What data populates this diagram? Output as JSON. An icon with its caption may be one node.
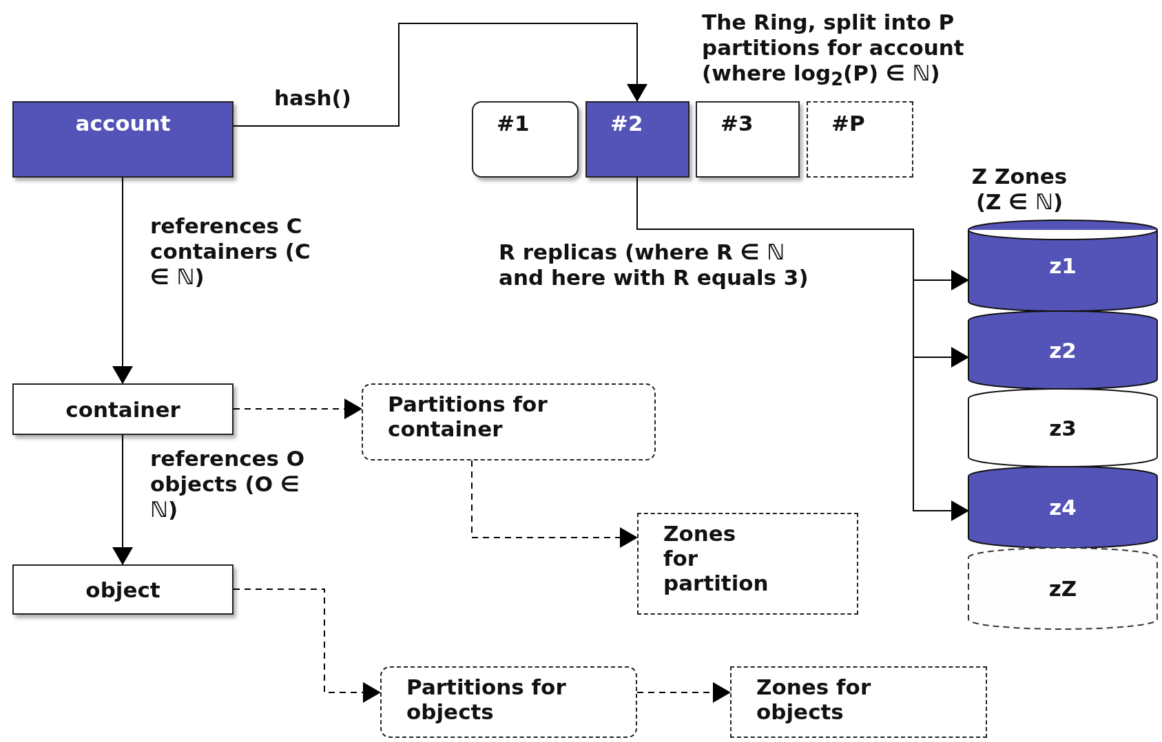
{
  "diagram": {
    "nodes": [
      {
        "text": [
          "account"
        ]
      },
      {
        "text": [
          "#1"
        ]
      },
      {
        "text": [
          "#2"
        ]
      },
      {
        "text": [
          "#3"
        ]
      },
      {
        "text": [
          "#P"
        ]
      },
      {
        "text": [
          "z1"
        ]
      },
      {
        "text": [
          "z2"
        ]
      },
      {
        "text": [
          "z3"
        ]
      },
      {
        "text": [
          "z4"
        ]
      },
      {
        "text": [
          "zZ"
        ]
      },
      {
        "text": [
          "container"
        ]
      },
      {
        "text": [
          "Partitions for container"
        ]
      },
      {
        "text": [
          "Zones for partition"
        ]
      },
      {
        "text": [
          "object"
        ]
      },
      {
        "text": [
          "Partitions for objects"
        ]
      },
      {
        "text": [
          "Zones for objects"
        ]
      }
    ],
    "edges": [
      {
        "from": 0,
        "to": 2,
        "arrow": "to",
        "label": "hash()"
      },
      {
        "from": 2,
        "to": 5,
        "arrow": "to"
      },
      {
        "from": 2,
        "to": 6,
        "arrow": "to"
      },
      {
        "from": 2,
        "to": 8,
        "arrow": "to"
      },
      {
        "from": 0,
        "to": 10,
        "arrow": "to",
        "label": "references C containers (C ∈ ℕ)"
      },
      {
        "from": 10,
        "to": 13,
        "arrow": "to",
        "label": "references O objects (O ∈ ℕ)"
      },
      {
        "from": 10,
        "to": 11,
        "arrow": "to",
        "style": "dashed"
      },
      {
        "from": 11,
        "to": 12,
        "arrow": "to",
        "style": "dashed"
      },
      {
        "from": 13,
        "to": 14,
        "arrow": "to",
        "style": "dashed"
      },
      {
        "from": 14,
        "to": 15,
        "arrow": "to",
        "style": "dashed"
      }
    ],
    "labels": [
      "The Ring, split into P partitions for account (where log$_{2}$(P) ∈ ℕ)",
      "Z Zones (Z ∈ ℕ)",
      "R replicas (where R ∈ ℕ and here with R equals 3)"
    ]
  }
}
